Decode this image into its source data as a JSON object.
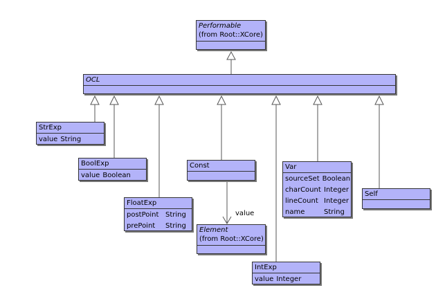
{
  "classes": {
    "performable": {
      "name": "Performable",
      "from": "(from Root::XCore)"
    },
    "ocl": {
      "name": "OCL"
    },
    "strexp": {
      "name": "StrExp",
      "attrs": [
        {
          "name": "value",
          "type": "String"
        }
      ]
    },
    "boolexp": {
      "name": "BoolExp",
      "attrs": [
        {
          "name": "value",
          "type": "Boolean"
        }
      ]
    },
    "floatexp": {
      "name": "FloatExp",
      "attrs": [
        {
          "name": "postPoint",
          "type": "String"
        },
        {
          "name": "prePoint",
          "type": "String"
        }
      ]
    },
    "const": {
      "name": "Const"
    },
    "element": {
      "name": "Element",
      "from": "(from Root::XCore)"
    },
    "intexp": {
      "name": "IntExp",
      "attrs": [
        {
          "name": "value",
          "type": "Integer"
        }
      ]
    },
    "var": {
      "name": "Var",
      "attrs": [
        {
          "name": "sourceSet",
          "type": "Boolean"
        },
        {
          "name": "charCount",
          "type": "Integer"
        },
        {
          "name": "lineCount",
          "type": "Integer"
        },
        {
          "name": "name",
          "type": "String"
        }
      ]
    },
    "self": {
      "name": "Self"
    }
  },
  "associations": {
    "const_element_label": "value"
  },
  "colors": {
    "class_fill": "#b3b3f9",
    "class_border": "#333333",
    "line": "#555555"
  }
}
